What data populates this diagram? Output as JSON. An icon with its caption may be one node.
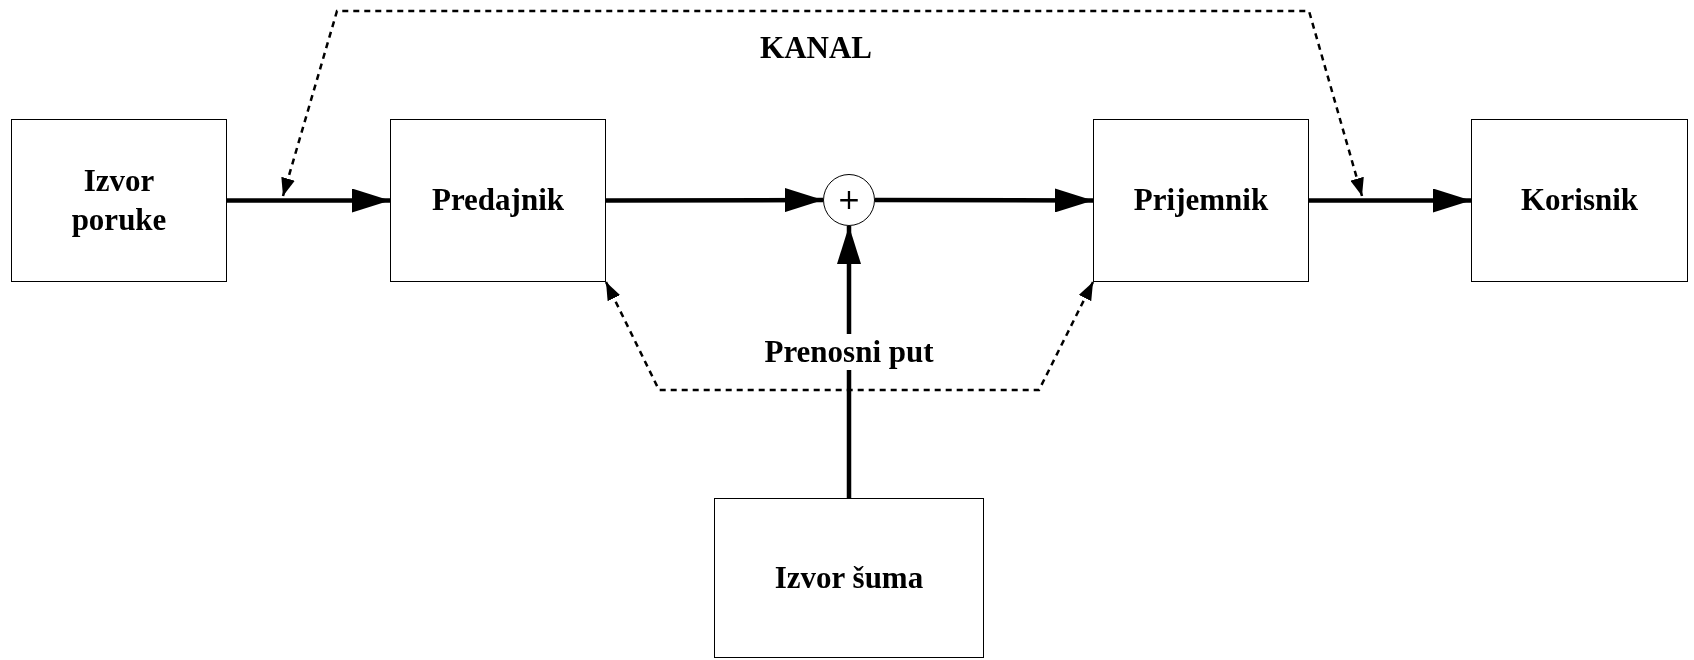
{
  "diagram": {
    "nodes": [
      {
        "text": [
          "Izvor poruke"
        ]
      },
      {
        "text": [
          "Predajnik"
        ]
      },
      {
        "text": [
          "+"
        ]
      },
      {
        "text": [
          "Prijemnik"
        ]
      },
      {
        "text": [
          "Korisnik"
        ]
      },
      {
        "text": [
          "Izvor šuma"
        ]
      }
    ],
    "edges": [
      {
        "from": 0,
        "to": 1,
        "arrow": "to"
      },
      {
        "from": 1,
        "to": 2,
        "arrow": "to"
      },
      {
        "from": 2,
        "to": 3,
        "arrow": "to"
      },
      {
        "from": 3,
        "to": 4,
        "arrow": "to"
      },
      {
        "from": 5,
        "to": 2,
        "arrow": "to"
      },
      {
        "from": 1,
        "to": 3,
        "arrow": "both",
        "style": "dashed",
        "label": "Prenosni put"
      }
    ],
    "labels": [
      "KANAL"
    ]
  }
}
